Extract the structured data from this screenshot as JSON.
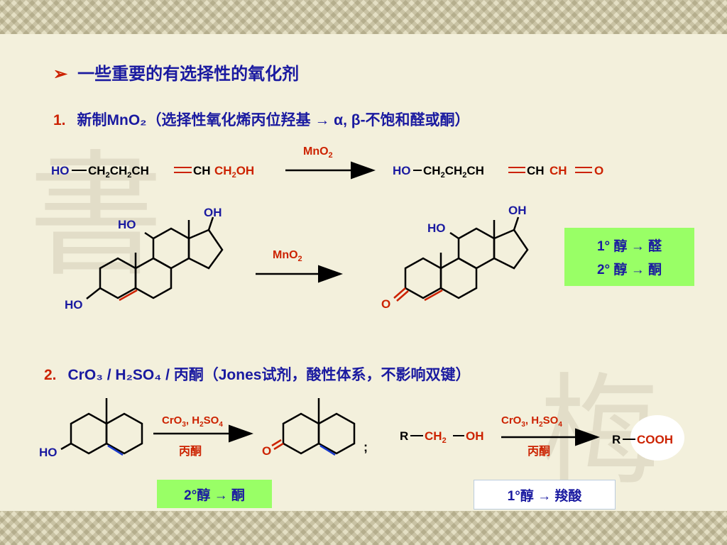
{
  "heading": "一些重要的有选择性的氧化剂",
  "section1": {
    "number": "1.",
    "title": "新制MnO₂（选择性氧化烯丙位羟基 → α, β-不饱和醛或酮）"
  },
  "reaction1": {
    "reagent": "MnO2",
    "reactant_parts": [
      "HO",
      "CH2CH2CH",
      "CH",
      "CH2OH"
    ],
    "product_parts": [
      "HO",
      "CH2CH2CH",
      "CH",
      "CH",
      "O"
    ]
  },
  "reaction2": {
    "reagent": "MnO2",
    "reactant_labels": [
      "HO",
      "OH",
      "HO"
    ],
    "product_labels": [
      "HO",
      "OH",
      "O"
    ]
  },
  "note1": {
    "line1": "1° 醇 → 醛",
    "line2": "2° 醇 → 酮"
  },
  "section2": {
    "number": "2.",
    "title": "CrO₃ / H₂SO₄ / 丙酮（Jones试剂，酸性体系，不影响双键）"
  },
  "reaction3": {
    "reagent_top": "CrO3, H2SO4",
    "reagent_bottom": "丙酮",
    "reactant_label": "HO",
    "product_label": "O",
    "separator": ";"
  },
  "reaction4": {
    "reactant": [
      "R",
      "CH2",
      "OH"
    ],
    "reagent_top": "CrO3, H2SO4",
    "reagent_bottom": "丙酮",
    "product": [
      "R",
      "COOH"
    ]
  },
  "note2": "2°醇 → 酮",
  "note3": "1°醇 → 羧酸",
  "colors": {
    "blue": "#1a1aa0",
    "red": "#cc2200",
    "green_box": "#99ff66"
  }
}
